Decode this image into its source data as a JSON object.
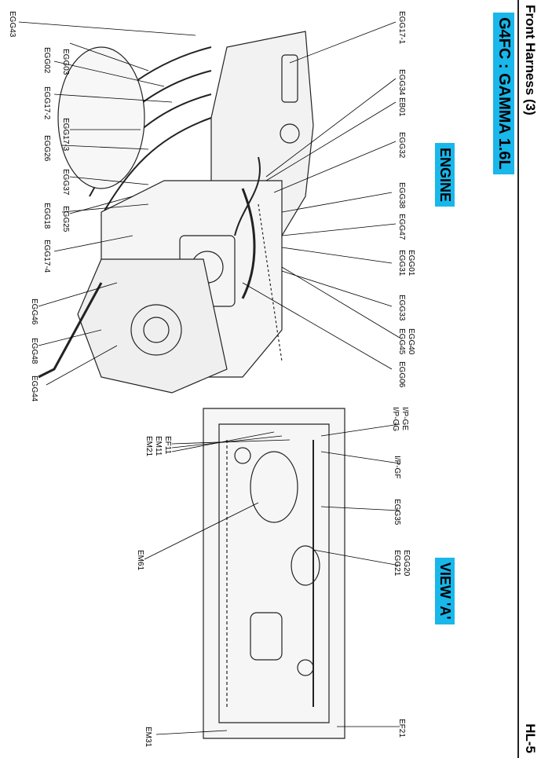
{
  "header": {
    "title": "Front Harness (3)",
    "page": "HL-5"
  },
  "badges": {
    "model": "G4FC : GAMMA 1.6L",
    "engine": "ENGINE",
    "view": "VIEW 'A'"
  },
  "engine_labels": {
    "egg43": "EGG43",
    "egg03": "EGG03",
    "egg02": "EGG02",
    "egg17_2": "EGG17-2",
    "egg17_3": "EGG17-3",
    "egg26": "EGG26",
    "egg37": "EGG37",
    "egg18": "EGG18",
    "egg25": "EGG25",
    "egg17_4": "EGG17-4",
    "egg46": "EGG46",
    "egg48": "EGG48",
    "egg44": "EGG44",
    "egg17_1": "EGG17-1",
    "egg34": "EGG34",
    "eb01": "EB01",
    "egg32": "EGG32",
    "egg38": "EGG38",
    "egg47": "EGG47",
    "egg01": "EGG01",
    "egg31": "EGG31",
    "egg33": "EGG33",
    "egg40": "EGG40",
    "egg45": "EGG45",
    "egg06": "EGG06"
  },
  "view_labels": {
    "ef11": "EF11",
    "em11": "EM11",
    "em21": "EM21",
    "em61": "EM61",
    "em31": "EM31",
    "ipge": "I/P-GE",
    "ipgg": "I/P-GG",
    "ipgf": "I/P-GF",
    "egg35": "EGG35",
    "egg20": "EGG20",
    "egg21": "EGG21",
    "ef21": "EF21"
  }
}
